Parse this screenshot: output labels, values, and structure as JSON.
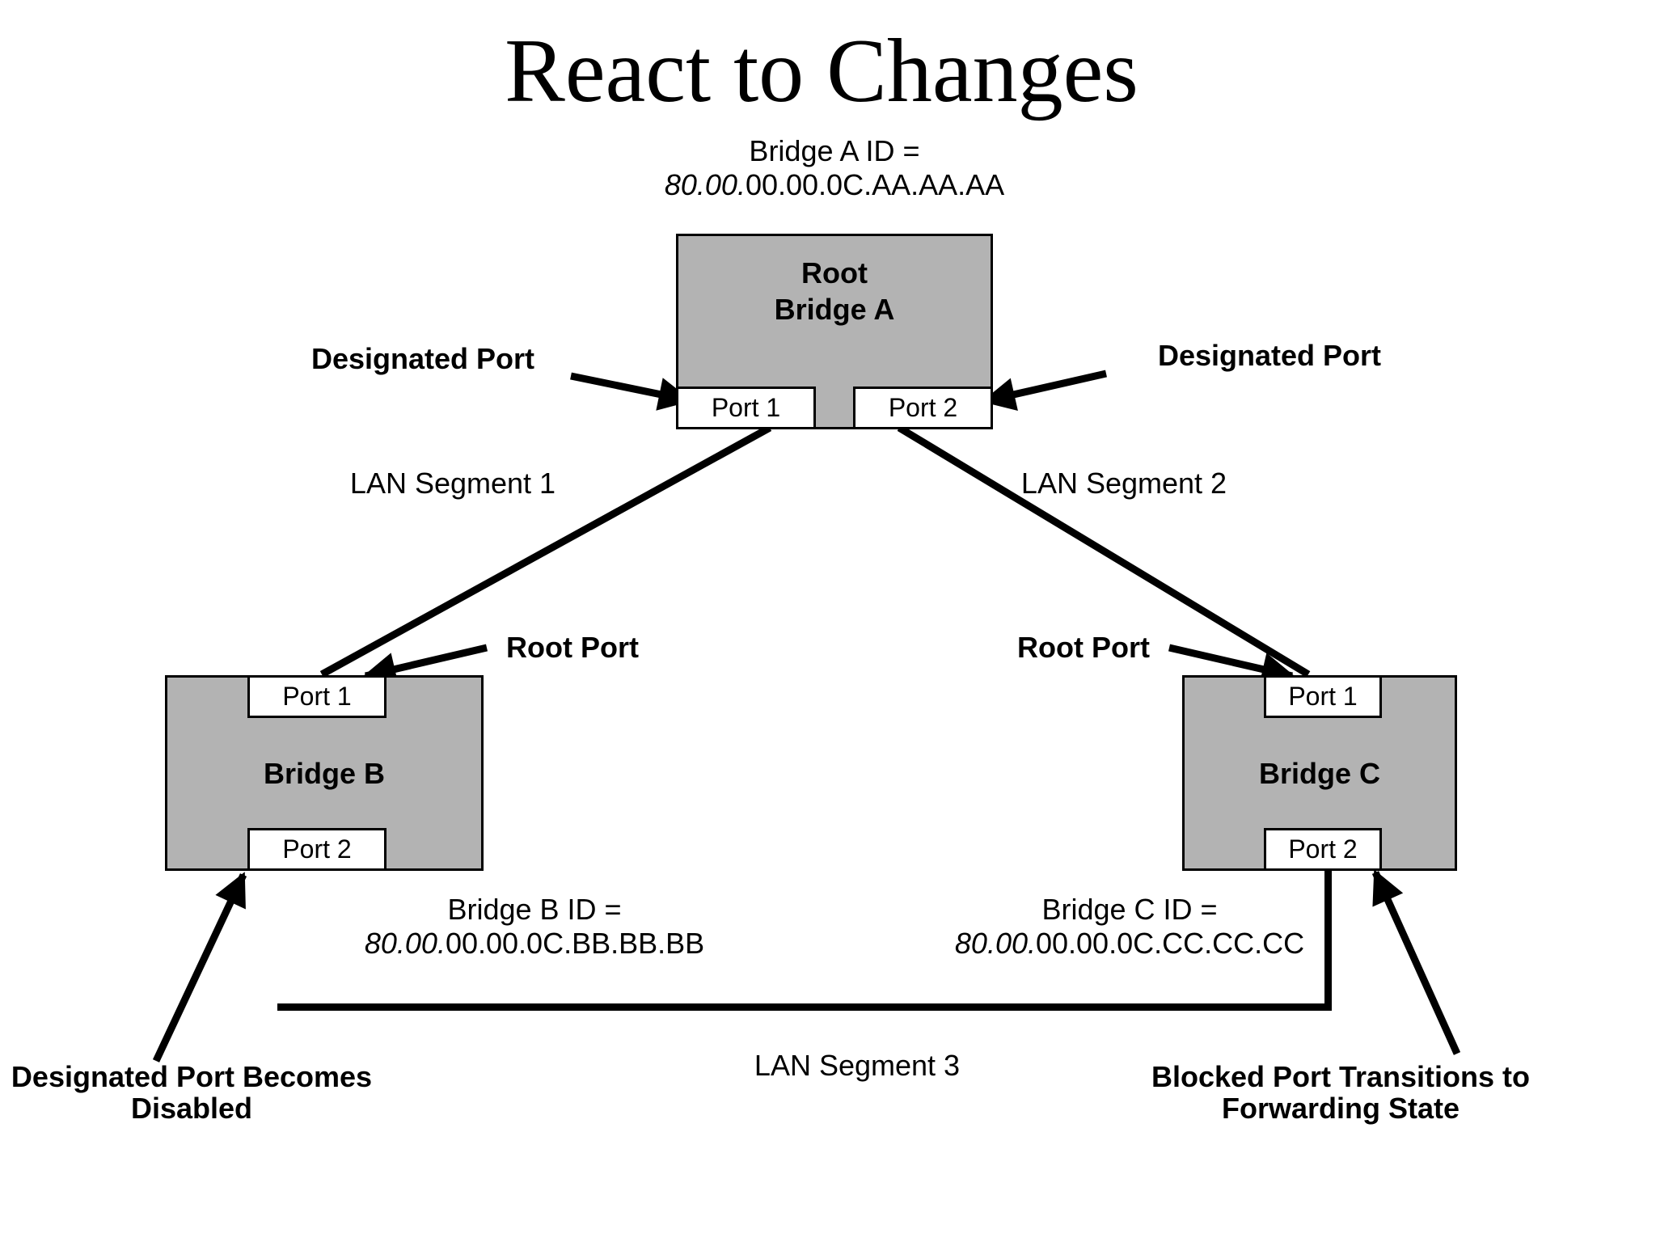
{
  "title": "React to Changes",
  "bridge_a": {
    "id_label": "Bridge A ID =",
    "id_italic": "80.00.",
    "id_rest": "00.00.0C.AA.AA.AA",
    "name_line1": "Root",
    "name_line2": "Bridge A",
    "port1": "Port 1",
    "port2": "Port 2"
  },
  "bridge_b": {
    "name": "Bridge B",
    "id_label": "Bridge B ID =",
    "id_italic": "80.00.",
    "id_rest": "00.00.0C.BB.BB.BB",
    "port1": "Port 1",
    "port2": "Port 2"
  },
  "bridge_c": {
    "name": "Bridge C",
    "id_label": "Bridge C ID =",
    "id_italic": "80.00.",
    "id_rest": "00.00.0C.CC.CC.CC",
    "port1": "Port 1",
    "port2": "Port 2"
  },
  "labels": {
    "designated_port_left": "Designated Port",
    "designated_port_right": "Designated Port",
    "root_port_left": "Root Port",
    "root_port_right": "Root Port",
    "lan_segment_1": "LAN Segment 1",
    "lan_segment_2": "LAN Segment 2",
    "lan_segment_3": "LAN Segment 3",
    "annotation_left_line1": "Designated Port Becomes",
    "annotation_left_line2": "Disabled",
    "annotation_right_line1": "Blocked Port Transitions to",
    "annotation_right_line2": "Forwarding State"
  },
  "colors": {
    "bridge_fill": "#b3b3b3",
    "line": "#000000",
    "background": "#ffffff"
  }
}
